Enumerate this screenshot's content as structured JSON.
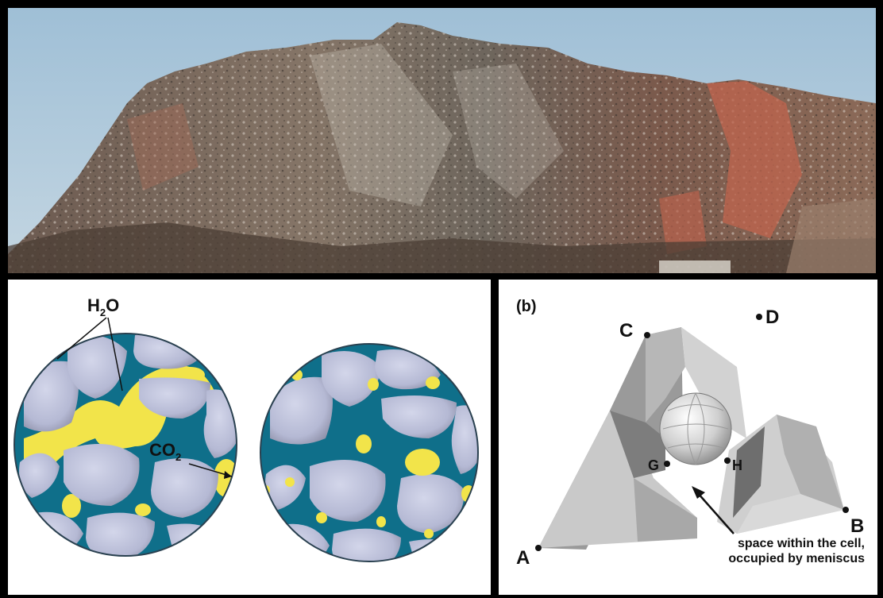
{
  "figure": {
    "pores": {
      "water_label_main": "H",
      "water_label_sub": "2",
      "water_label_end": "O",
      "co2_label_main": "CO",
      "co2_label_sub": "2"
    },
    "cell": {
      "panel_tag": "(b)",
      "points": {
        "A": "A",
        "B": "B",
        "C": "C",
        "D": "D",
        "G": "G",
        "H": "H"
      },
      "caption_line1": "space within the cell,",
      "caption_line2": "occupied by meniscus"
    }
  },
  "colors": {
    "sky": "#aec9dc",
    "rock_dark": "#5a4a40",
    "rock_red": "#b86a55",
    "water": "#0f6f8a",
    "co2": "#f2e44a",
    "grain": "#b8bcd6",
    "cell_gray": "#b0b0b0"
  }
}
